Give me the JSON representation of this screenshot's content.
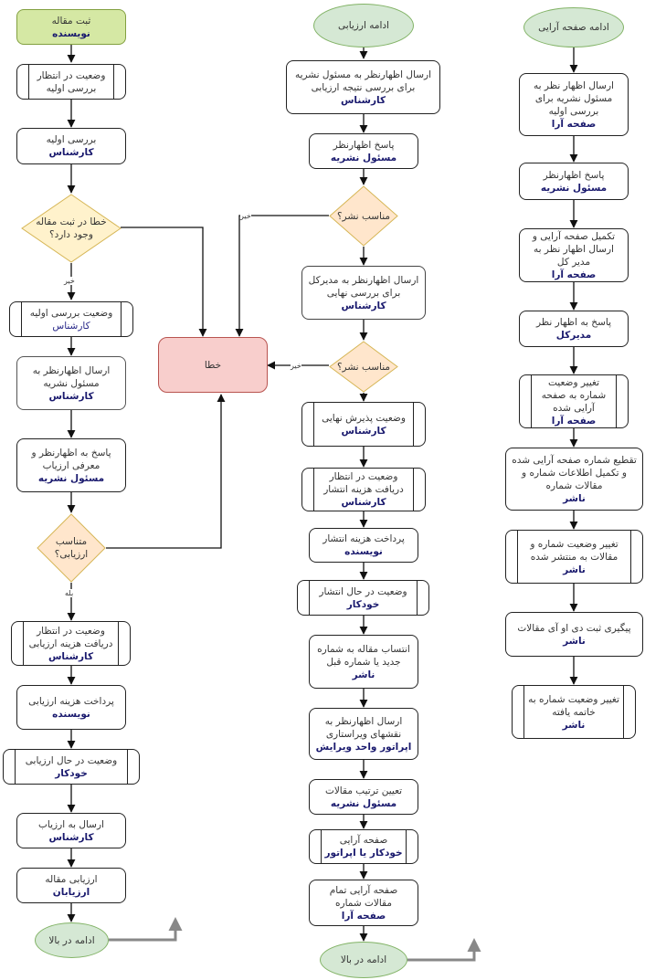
{
  "colors": {
    "start_fill": "#d5e8a4",
    "terminal_fill": "#d5e8d4",
    "decision_fill_yellow": "#fff2cc",
    "decision_fill_orange": "#ffe6cc",
    "error_fill": "#f8cecc",
    "role_text": "#1a1a6e",
    "continue_arrow": "#888888"
  },
  "edge_labels": {
    "no": "خیر",
    "yes": "بله"
  },
  "error_node": {
    "text": "خطا"
  },
  "column1": {
    "n1": {
      "text": "ثبت مقاله",
      "role": "نویسنده"
    },
    "n2": {
      "text": "وضعیت در انتظار بررسی اولیه"
    },
    "n3": {
      "text": "بررسی اولیه",
      "role": "کارشناس"
    },
    "d1": {
      "text": "خطا در ثبت مقاله وجود دارد؟"
    },
    "n4": {
      "text": "وضعیت بررسی اولیه",
      "role": "کارشناس"
    },
    "n5": {
      "text": "ارسال اظهارنظر به مسئول نشریه",
      "role": "کارشناس"
    },
    "n6": {
      "text": "پاسخ به اظهارنظر و معرفی ارزیاب",
      "role": "مسئول نشریه"
    },
    "d2": {
      "text": "متناسب ارزیابی؟"
    },
    "n7": {
      "text": "وضعیت در انتظار دریافت هزینه ارزیابی",
      "role": "کارشناس"
    },
    "n8": {
      "text": "پرداخت هزینه ارزیابی",
      "role": "نویسنده"
    },
    "n9": {
      "text": "وضعیت در حال ارزیابی",
      "role": "خودکار"
    },
    "n10": {
      "text": "ارسال به ارزیاب",
      "role": "کارشناس"
    },
    "n11": {
      "text": "ارزیابی مقاله",
      "role": "ارزیابان"
    },
    "end": {
      "text": "ادامه در بالا"
    }
  },
  "column2": {
    "start": {
      "text": "ادامه ارزیابی"
    },
    "n1": {
      "text": "ارسال اظهارنظر به مسئول نشریه برای بررسی نتیجه ارزیابی",
      "role": "کارشناس"
    },
    "n2": {
      "text": "پاسخ اظهارنظر",
      "role": "مسئول نشریه"
    },
    "d1": {
      "text": "مناسب نشر؟"
    },
    "n3": {
      "text": "ارسال اظهارنظر به مدیرکل برای بررسی نهایی",
      "role": "کارشناس"
    },
    "d2": {
      "text": "مناسب نشر؟"
    },
    "n4": {
      "text": "وضعیت پذیرش نهایی",
      "role": "کارشناس"
    },
    "n5": {
      "text": "وضعیت در انتظار دریافت هزینه انتشار",
      "role": "کارشناس"
    },
    "n6": {
      "text": "پرداخت هزینه انتشار",
      "role": "نویسنده"
    },
    "n7": {
      "text": "وضعیت در حال انتشار",
      "role": "خودکار"
    },
    "n8": {
      "text": "انتساب مقاله به شماره جدید یا شماره قبل",
      "role": "ناشر"
    },
    "n9": {
      "text": "ارسال اظهارنظر به نقشهای ویراستاری",
      "role": "اپراتور واحد ویرایش"
    },
    "n10": {
      "text": "تعیین ترتیب مقالات",
      "role": "مسئول نشریه"
    },
    "n11": {
      "text": "صفحه آرایی",
      "role": "خودکار یا اپراتور"
    },
    "n12": {
      "text": "صفحه آرایی تمام مقالات شماره",
      "role": "صفحه آرا"
    },
    "end": {
      "text": "ادامه در بالا"
    }
  },
  "column3": {
    "start": {
      "text": "ادامه صفحه آرایی"
    },
    "n1": {
      "text": "ارسال اظهار نظر به مسئول نشریه برای بررسی اولیه",
      "role": "صفحه آرا"
    },
    "n2": {
      "text": "پاسخ اظهارنظر",
      "role": "مسئول نشریه"
    },
    "n3": {
      "text": "تکمیل صفحه آرایی و ارسال اظهار نظر به مدیر کل",
      "role": "صفحه آرا"
    },
    "n4": {
      "text": "پاسخ به اظهار نظر",
      "role": "مدیرکل"
    },
    "n5": {
      "text": "تغییر وضعیت شماره به صفحه آرایی شده",
      "role": "صفحه آرا"
    },
    "n6": {
      "text": "تقطیع شماره صفحه آرایی شده و تکمیل اطلاعات شماره و مقالات شماره",
      "role": "ناشر"
    },
    "n7": {
      "text": "تغییر وضعیت شماره و مقالات به منتشر شده",
      "role": "ناشر"
    },
    "n8": {
      "text": "پیگیری ثبت دی او آی مقالات",
      "role": "ناشر"
    },
    "n9": {
      "text": "تغییر وضعیت شماره به خاتمه یافته",
      "role": "ناشر"
    }
  }
}
